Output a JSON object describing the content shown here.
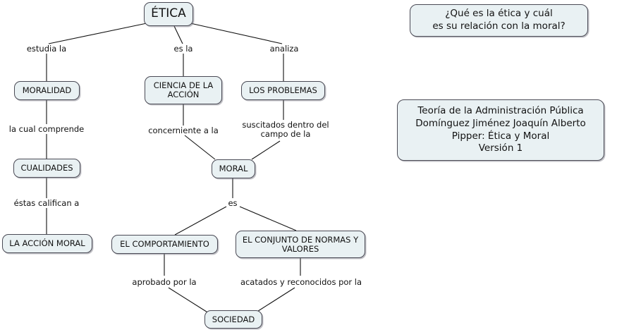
{
  "map": {
    "title": "ÉTICA",
    "nodes": [
      {
        "id": "etica",
        "label": "ÉTICA"
      },
      {
        "id": "moralidad",
        "label": "MORALIDAD"
      },
      {
        "id": "ciencia",
        "label": "CIENCIA DE LA ACCIÓN"
      },
      {
        "id": "problemas",
        "label": "LOS PROBLEMAS"
      },
      {
        "id": "cualidades",
        "label": "CUALIDADES"
      },
      {
        "id": "moral",
        "label": "MORAL"
      },
      {
        "id": "accion_moral",
        "label": "LA ACCIÓN MORAL"
      },
      {
        "id": "comportamiento",
        "label": "EL COMPORTAMIENTO"
      },
      {
        "id": "conjunto",
        "label": "EL CONJUNTO DE NORMAS Y VALORES"
      },
      {
        "id": "sociedad",
        "label": "SOCIEDAD"
      }
    ],
    "link_labels": [
      {
        "id": "estudia_la",
        "text": "estudia la"
      },
      {
        "id": "es_la",
        "text": "es la"
      },
      {
        "id": "analiza",
        "text": "analiza"
      },
      {
        "id": "la_cual",
        "text": "la cual comprende"
      },
      {
        "id": "concerniente",
        "text": "concerniente a la"
      },
      {
        "id": "suscitados",
        "text": "suscitados dentro del\ncampo de la"
      },
      {
        "id": "estas_califican",
        "text": "éstas califican a"
      },
      {
        "id": "es",
        "text": "es"
      },
      {
        "id": "aprobado",
        "text": "aprobado por la"
      },
      {
        "id": "acatados",
        "text": "acatados y reconocidos por la"
      }
    ]
  },
  "panels": {
    "question": "¿Qué es la ética y cuál\nes su relación con la moral?",
    "info": "Teoría de la Administración Pública\nDomínguez Jiménez Joaquín Alberto\nPipper: Ética y Moral\nVersión 1"
  },
  "colors": {
    "node_fill": "#e9f1f3",
    "node_border": "#4a4a55",
    "edge": "#111111",
    "background": "#ffffff",
    "text": "#121212"
  }
}
